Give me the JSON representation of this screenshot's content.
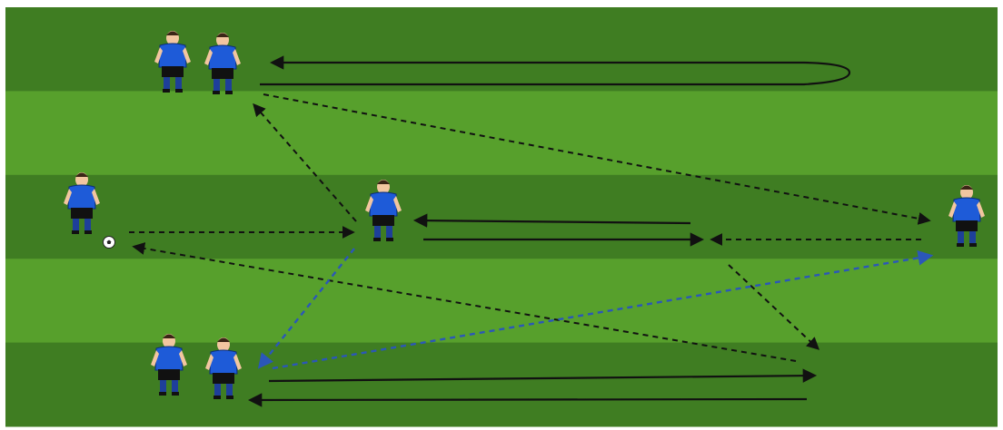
{
  "diagram": {
    "colors": {
      "border": "#ffffff",
      "stripe_dark": "#3f7d22",
      "stripe_light": "#57a02c",
      "run_arrow": "#111111",
      "pass_arrow": "#111111",
      "key_pass_arrow": "#2b57b8",
      "jersey": "#1e5bd8",
      "shorts": "#111111",
      "socks": "#1e3f9a",
      "skin": "#f2c6a0",
      "hair": "#3a2516"
    },
    "players": [
      {
        "name": "player-top-left-1",
        "icon": "soccer-player-icon"
      },
      {
        "name": "player-top-left-2",
        "icon": "soccer-player-icon"
      },
      {
        "name": "player-middle-left-with-ball",
        "icon": "soccer-player-icon",
        "has_ball": true
      },
      {
        "name": "player-center",
        "icon": "soccer-player-icon"
      },
      {
        "name": "player-right",
        "icon": "soccer-player-icon"
      },
      {
        "name": "player-bottom-left-1",
        "icon": "soccer-player-icon"
      },
      {
        "name": "player-bottom-left-2",
        "icon": "soccer-player-icon"
      }
    ],
    "ball": {
      "icon": "soccer-ball-icon"
    },
    "arrow_styles": {
      "run": "solid-black",
      "pass": "dashed-black",
      "key_pass": "dashed-blue"
    }
  }
}
